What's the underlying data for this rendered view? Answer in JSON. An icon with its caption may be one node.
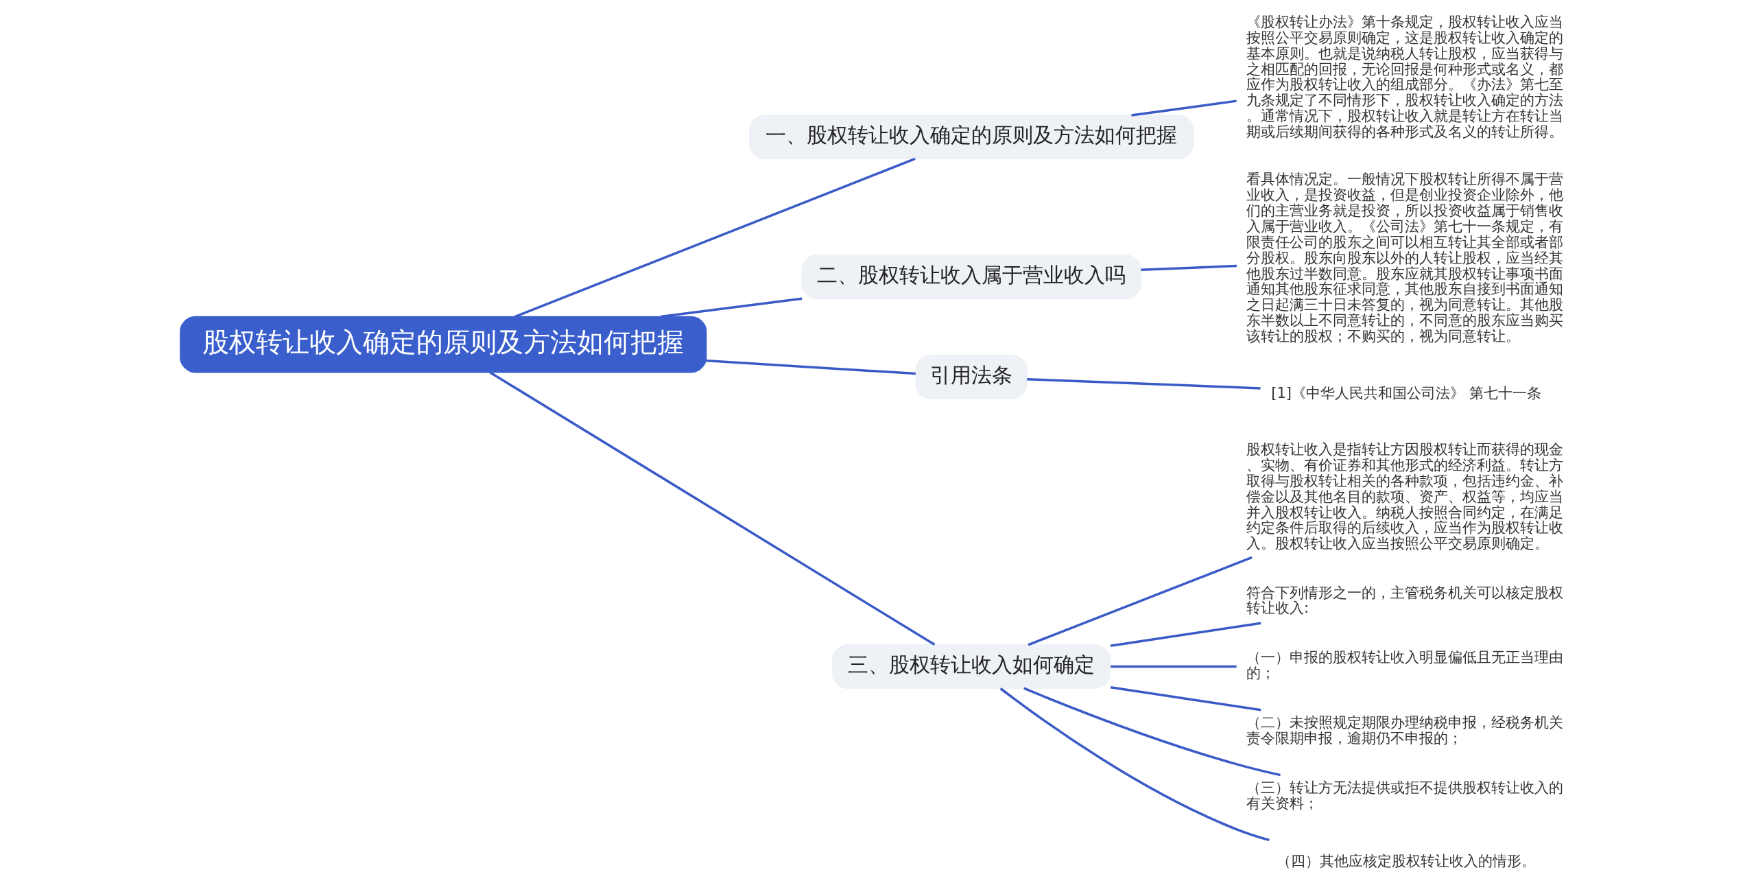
{
  "diagram": {
    "nodes": [
      {
        "text": [
          "股权转让收入确定的原则及方法如何把握"
        ]
      },
      {
        "text": [
          "一、股权转让收入确定的原则及方法如何把握"
        ]
      },
      {
        "text": [
          "《股权转让办法》第十条规定，股权转让收入应当按照公平交易原则确定，这是股权转让收入确定的基本原则。也就是说纳税人转让股权，应当获得与之相匹配的回报，无论回报是何种形式或名义，都应作为股权转让收入的组成部分。《办法》第七至九条规定了不同情形下，股权转让收入确定的方法。通常情况下，股权转让收入就是转让方在转让当期或后续期间获得的各种形式及名义的转让所得。"
        ]
      },
      {
        "text": [
          "二、股权转让收入属于营业收入吗"
        ]
      },
      {
        "text": [
          "看具体情况定。一般情况下股权转让所得不属于营业收入，是投资收益，但是创业投资企业除外，他们的主营业务就是投资，所以投资收益属于销售收入属于营业收入。《公司法》第七十一条规定，有限责任公司的股东之间可以相互转让其全部或者部分股权。股东向股东以外的人转让股权，应当经其他股东过半数同意。股东应就其股权转让事项书面通知其他股东征求同意，其他股东自接到书面通知之日起满三十日未答复的，视为同意转让。其他股东半数以上不同意转让的，不同意的股东应当购买该转让的股权；不购买的，视为同意转让。"
        ]
      },
      {
        "text": [
          "引用法条"
        ]
      },
      {
        "text": [
          "[1]《中华人民共和国公司法》 第七十一条"
        ]
      },
      {
        "text": [
          "三、股权转让收入如何确定"
        ]
      },
      {
        "text": [
          "股权转让收入是指转让方因股权转让而获得的现金、实物、有价证券和其他形式的经济利益。转让方取得与股权转让相关的各种款项，包括违约金、补偿金以及其他名目的款项、资产、权益等，均应当并入股权转让收入。纳税人按照合同约定，在满足约定条件后取得的后续收入，应当作为股权转让收入。股权转让收入应当按照公平交易原则确定。"
        ]
      },
      {
        "text": [
          "符合下列情形之一的，主管税务机关可以核定股权转让收入:"
        ]
      },
      {
        "text": [
          "（一）申报的股权转让收入明显偏低且无正当理由的；"
        ]
      },
      {
        "text": [
          "（二）未按照规定期限办理纳税申报，经税务机关责令限期申报，逾期仍不申报的；"
        ]
      },
      {
        "text": [
          "（三）转让方无法提供或拒不提供股权转让收入的有关资料；"
        ]
      },
      {
        "text": [
          "（四）其他应核定股权转让收入的情形。"
        ]
      }
    ],
    "edges": [
      {
        "from": 0,
        "to": 1,
        "arrow": "none"
      },
      {
        "from": 1,
        "to": 2,
        "arrow": "none"
      },
      {
        "from": 0,
        "to": 3,
        "arrow": "none"
      },
      {
        "from": 3,
        "to": 4,
        "arrow": "none"
      },
      {
        "from": 0,
        "to": 5,
        "arrow": "none"
      },
      {
        "from": 5,
        "to": 6,
        "arrow": "none"
      },
      {
        "from": 0,
        "to": 7,
        "arrow": "none"
      },
      {
        "from": 7,
        "to": 8,
        "arrow": "none"
      },
      {
        "from": 7,
        "to": 9,
        "arrow": "none"
      },
      {
        "from": 7,
        "to": 10,
        "arrow": "none"
      },
      {
        "from": 7,
        "to": 11,
        "arrow": "none"
      },
      {
        "from": 7,
        "to": 12,
        "arrow": "none"
      },
      {
        "from": 7,
        "to": 13,
        "arrow": "none"
      }
    ]
  }
}
